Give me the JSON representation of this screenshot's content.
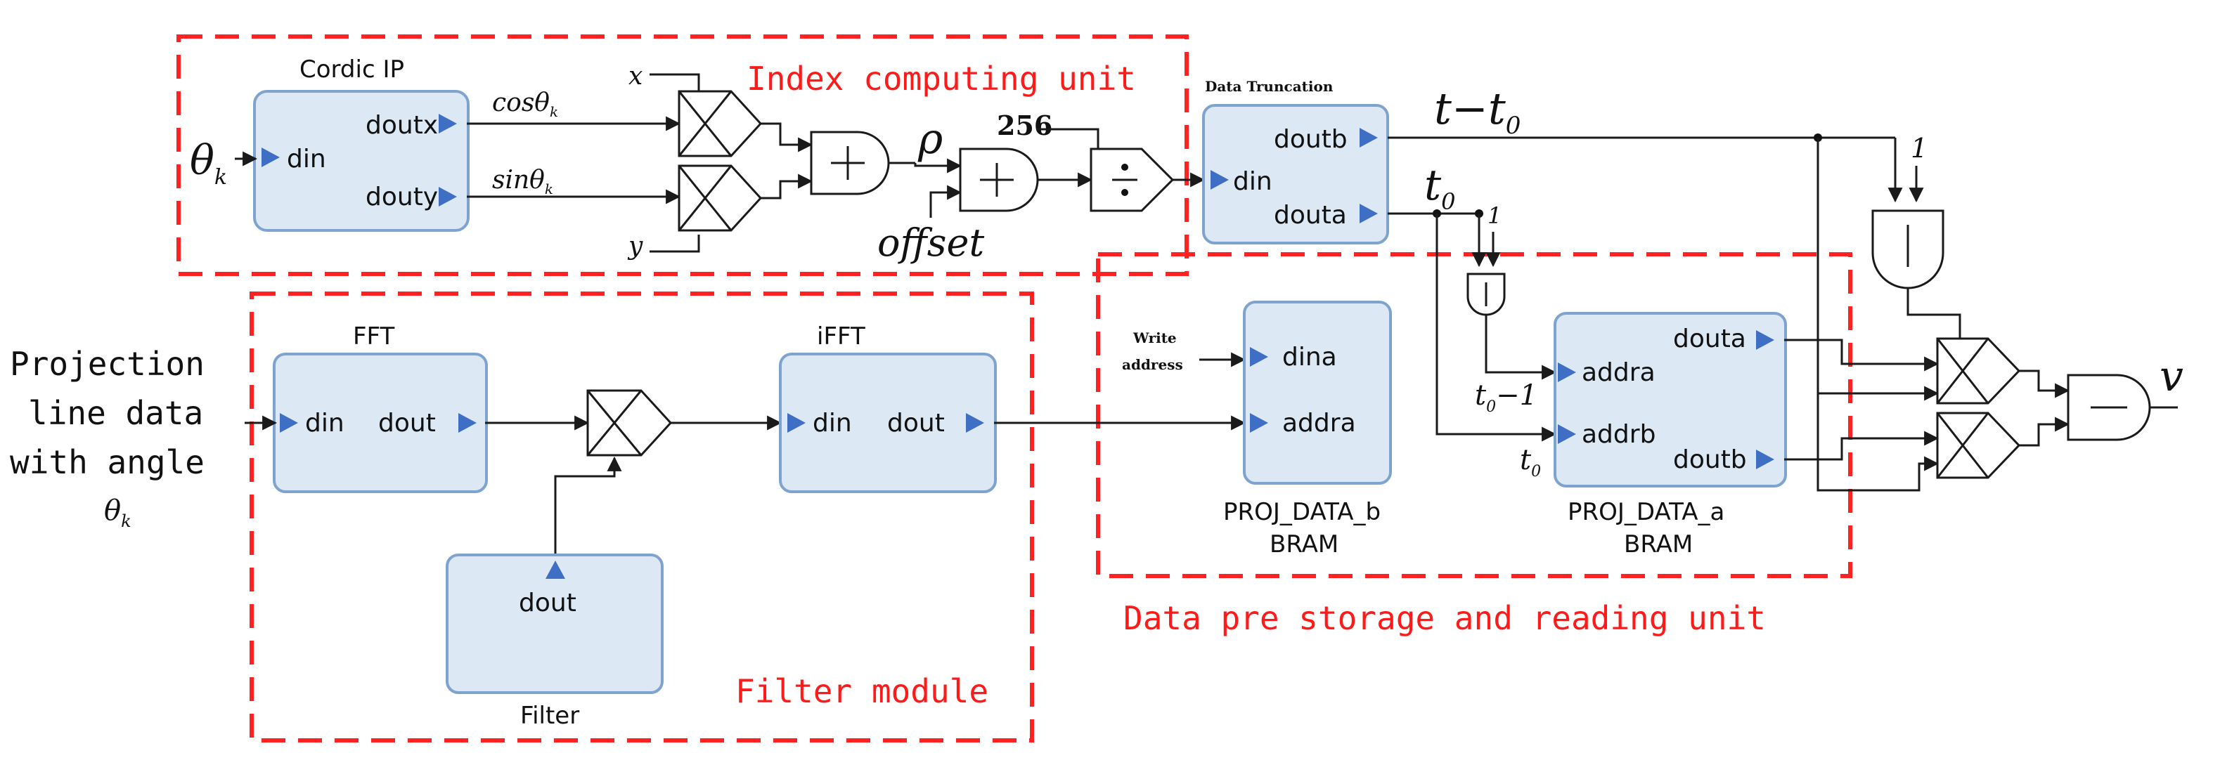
{
  "regions": {
    "index": "Index computing unit",
    "filter": "Filter module",
    "storage": "Data pre storage and reading unit"
  },
  "blocks": {
    "cordic": {
      "title": "Cordic IP",
      "din": "din",
      "doutx": "doutx",
      "douty": "douty"
    },
    "trunc": {
      "title": "Data Truncation",
      "din": "din",
      "doutb": "doutb",
      "douta": "douta"
    },
    "fft": {
      "title": "FFT",
      "din": "din",
      "dout": "dout"
    },
    "ifft": {
      "title": "iFFT",
      "din": "din",
      "dout": "dout"
    },
    "filter": {
      "title": "Filter",
      "dout": "dout"
    },
    "projb": {
      "name": "PROJ_DATA_b",
      "type": "BRAM",
      "dina": "dina",
      "addra": "addra"
    },
    "proja": {
      "name": "PROJ_DATA_a",
      "type": "BRAM",
      "addra": "addra",
      "addrb": "addrb",
      "douta": "douta",
      "doutb": "doutb"
    }
  },
  "signals": {
    "theta": "θ",
    "theta_sub": "k",
    "cos": "cosθ",
    "cos_sub": "k",
    "sin": "sinθ",
    "sin_sub": "k",
    "x": "x",
    "y": "y",
    "rho": "ρ",
    "const256": "256",
    "offset": "offset",
    "t_minus_t0": "t−t",
    "t_minus_t0_sub": "0",
    "t0": "t",
    "t0_sub": "0",
    "one_a": "1",
    "one_b": "1",
    "t0_minus_1": "t",
    "t0_minus_1_sub": "0",
    "t0_minus_1_rest": "−1",
    "t0_bottom": "t",
    "t0_bottom_sub": "0",
    "v": "v",
    "write_addr_1": "Write",
    "write_addr_2": "address"
  },
  "input": {
    "line1": "Projection",
    "line2": "line data",
    "line3": "with angle",
    "line4": "θ",
    "line4_sub": "k"
  },
  "colors": {
    "dash": "#ff2222",
    "block_fill": "#dde8f5",
    "block_stroke": "#7fa3cf",
    "port": "#3f6fc4"
  }
}
